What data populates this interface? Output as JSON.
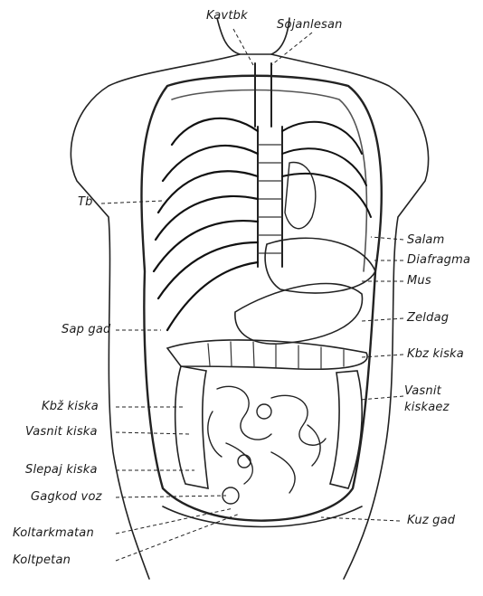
{
  "labels": {
    "kavtbk": "Kavtbk",
    "sojanlesan": "Sojanlesan",
    "tb": "Tb",
    "salam": "Salam",
    "diafragma": "Diafragma",
    "mus": "Mus",
    "zeldag": "Zeldag",
    "sap_gad": "Sap gad",
    "kbz_kiska_right": "Kbz kiska",
    "kbz_kiska_left": "Kbž kiska",
    "vasnit_kiskaez_1": "Vasnit",
    "vasnit_kiskaez_2": "kiskaez",
    "vasnit_kiska": "Vasnit kiska",
    "slepaj_kiska": "Slepaj kiska",
    "gagkod_voz": "Gagkod voz",
    "koltarkmatan": "Koltarkmatan",
    "koltpetan": "Koltpetan",
    "kuz_gad": "Kuz gad"
  }
}
